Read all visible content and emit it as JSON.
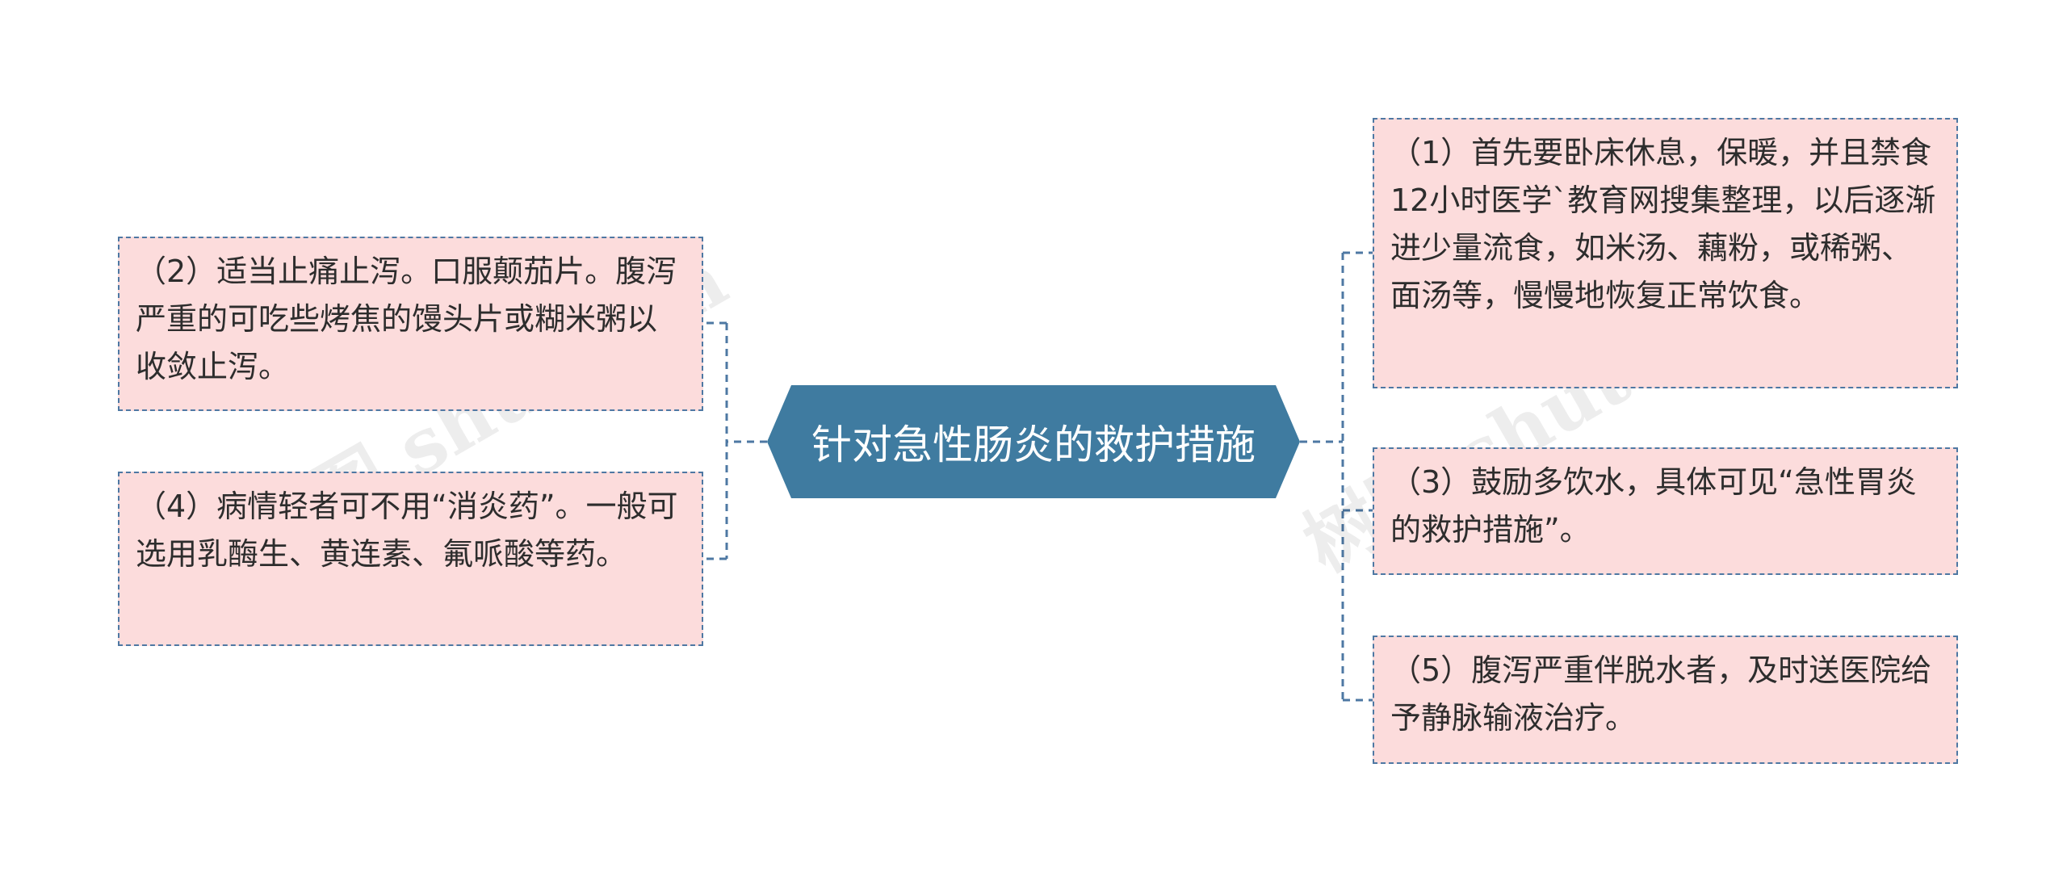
{
  "root": {
    "label": "针对急性肠炎的救护措施"
  },
  "nodes": [
    {
      "id": "node-1",
      "side": "right",
      "text": "（1）首先要卧床休息，保暖，并且禁食12小时医学`教育网搜集整理，以后逐渐进少量流食，如米汤、藕粉，或稀粥、面汤等，慢慢地恢复正常饮食。"
    },
    {
      "id": "node-2",
      "side": "left",
      "text": "（2）适当止痛止泻。口服颠茄片。腹泻严重的可吃些烤焦的馒头片或糊米粥以收敛止泻。"
    },
    {
      "id": "node-3",
      "side": "right",
      "text": "（3）鼓励多饮水，具体可见“急性胃炎的救护措施”。"
    },
    {
      "id": "node-4",
      "side": "left",
      "text": "（4）病情轻者可不用“消炎药”。一般可选用乳酶生、黄连素、氟哌酸等药。"
    },
    {
      "id": "node-5",
      "side": "right",
      "text": "（5）腹泻严重伴脱水者，及时送医院给予静脉输液治疗。"
    }
  ],
  "watermark": {
    "text": "树图 shutu.cn"
  },
  "colors": {
    "root_fill": "#3f7ba0",
    "root_text": "#ffffff",
    "node_fill": "#fcdcdc",
    "node_border": "#4e78a3",
    "connector": "#4e78a3",
    "node_text": "#2d2d2d"
  }
}
